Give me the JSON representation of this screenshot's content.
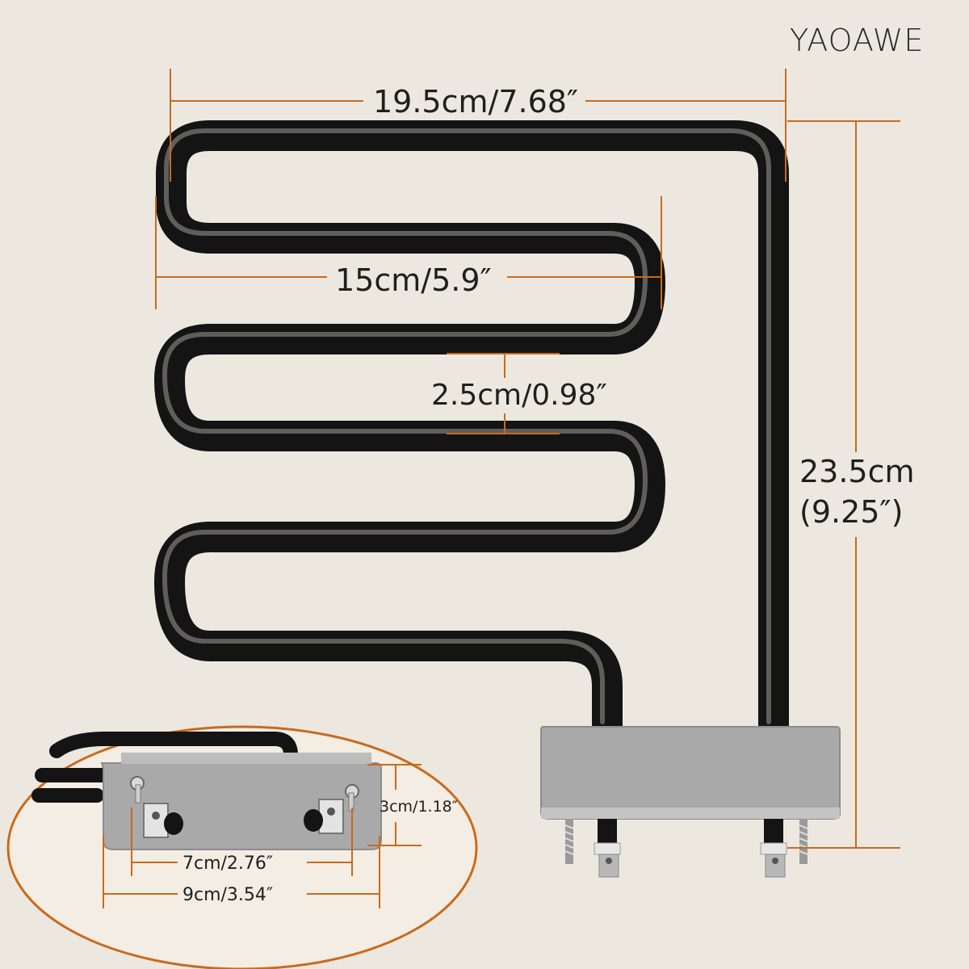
{
  "brand": {
    "name": "YAOAWE"
  },
  "dimensions": {
    "overall_width": "19.5cm/7.68″",
    "coil_width": "15cm/5.9″",
    "coil_spacing": "2.5cm/0.98″",
    "height_cm": "23.5cm",
    "height_in": "(9.25″)"
  },
  "inset": {
    "bracket_height": "3cm/1.18″",
    "terminal_spacing": "7cm/2.76″",
    "bracket_width": "9cm/3.54″"
  },
  "colors": {
    "background": "#ece8df",
    "dimension_line": "#c96a1e",
    "element": "#141414",
    "bracket": "#a9a9a9",
    "inset_bg": "#f3ede3"
  }
}
